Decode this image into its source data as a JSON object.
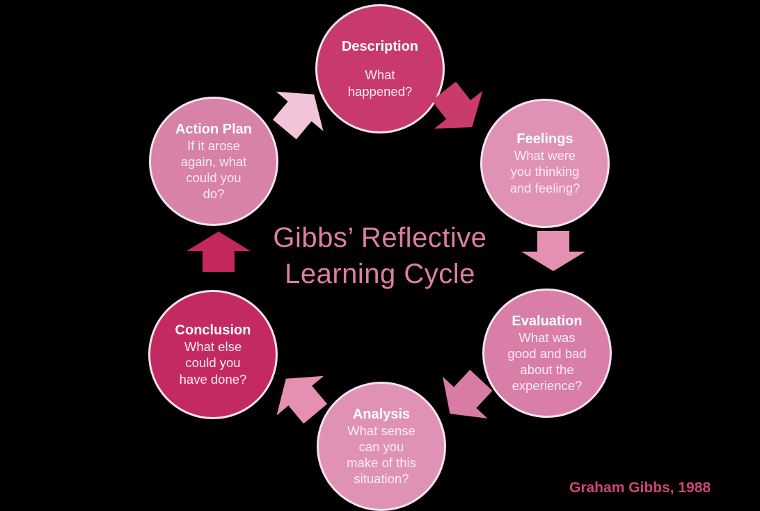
{
  "background_color": "#000000",
  "circle_border_color": "#f6e3ec",
  "title": {
    "text": "Gibbs’ Reflective\nLearning Cycle",
    "color": "#dd7ea6"
  },
  "credit": {
    "text": "Graham Gibbs, 1988",
    "color": "#cf4677"
  },
  "stages": [
    {
      "id": "description",
      "title": "Description",
      "body": "What\nhappened?",
      "color": "#c8396d"
    },
    {
      "id": "feelings",
      "title": "Feelings",
      "body": "What were\nyou thinking\nand feeling?",
      "color": "#e092b6"
    },
    {
      "id": "evaluation",
      "title": "Evaluation",
      "body": "What was\ngood and bad\nabout the\nexperience?",
      "color": "#d87ea8"
    },
    {
      "id": "analysis",
      "title": "Analysis",
      "body": "What sense\ncan you\nmake of this\nsituation?",
      "color": "#e092b6"
    },
    {
      "id": "conclusion",
      "title": "Conclusion",
      "body": "What else\ncould you\nhave done?",
      "color": "#c42a62"
    },
    {
      "id": "action-plan",
      "title": "Action Plan",
      "body": "If it arose\nagain, what\ncould you\ndo?",
      "color": "#d881a9"
    }
  ],
  "arrows": [
    {
      "from": "description",
      "to": "feelings",
      "direction": "down-right",
      "color": "#c93b6c"
    },
    {
      "from": "feelings",
      "to": "evaluation",
      "direction": "down",
      "color": "#e58fb3"
    },
    {
      "from": "evaluation",
      "to": "analysis",
      "direction": "down-left",
      "color": "#d87ca6"
    },
    {
      "from": "analysis",
      "to": "conclusion",
      "direction": "up-left",
      "color": "#e58fb3"
    },
    {
      "from": "conclusion",
      "to": "action-plan",
      "direction": "up",
      "color": "#c4265e"
    },
    {
      "from": "action-plan",
      "to": "description",
      "direction": "up-right",
      "color": "#f2c4d7"
    }
  ]
}
